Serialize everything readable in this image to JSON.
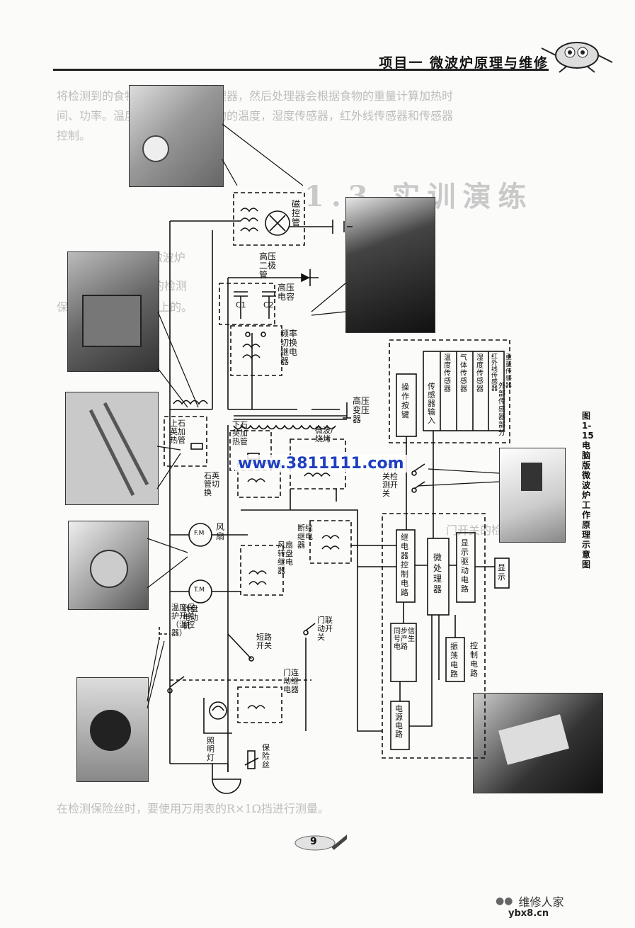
{
  "header": {
    "title": "项目一  微波炉原理与维修"
  },
  "ghost_text": {
    "line1": "将检测到的食物重量传送到微处理器，然后处理器会根据食物的重量计算加热时",
    "line2": "间、功率。温度传感器检测到食物的温度，湿度传感器，红外线传感器和传感器",
    "line3": "控制。",
    "section": "1.3  实训演练",
    "sub1": "1.3.1  机械式微波炉",
    "sub2": "（一）保险丝的检测",
    "sub3": "保险丝是串联在火线上的。",
    "door": "门开关的检测",
    "bottom": "在检测保险丝时，要使用万用表的R×1Ω挡进行测量。"
  },
  "labels": {
    "magnetron": "磁控管",
    "hv_diode": "高压二极管",
    "hv_cap": "高压电容",
    "c1": "C1",
    "c2": "C2",
    "freq_relay": "频率切换继电器",
    "hv_transformer": "高压变压器",
    "upper_heater": "上石英加热管",
    "lower_heater": "下石英加热管",
    "microwave_grill": "微波/烧烤",
    "quartz_switch": "石英管切换",
    "fan": "风扇",
    "fm": "F.M",
    "turntable_motor": "转盘电动机",
    "tm": "T.M",
    "fan_turntable_relay": "风扇转盘继电器",
    "cutoff_relay": "断续继电器",
    "thermal_switch": "温度保护开关（温控器）",
    "short_switch": "短路开关",
    "door_switch": "门联动开关",
    "door_relay": "门连动继电器",
    "lamp": "照明灯",
    "fuse": "保险丝",
    "door_detect": "门开关检测开关",
    "operation_keys": "操作按键",
    "sensor_input": "传感器输入",
    "sensors": [
      "温度传感器",
      "气体传感器",
      "湿度传感器",
      "红外线传感器",
      "重量传感器"
    ],
    "sensor_section": "外部传感器部分",
    "relay_control": "继电器控制电路",
    "mcu": "微处理器",
    "display_driver": "显示驱动电路",
    "display": "显示",
    "sync_signal": "同步信号产生电路",
    "oscillator": "振荡电路",
    "control_circuit": "控制电路",
    "power_circuit": "电源电路"
  },
  "caption": "图1-15  电脑版微波炉工作原理示意图",
  "watermark": "www.3811111.com",
  "page_number": "9",
  "footer": {
    "brand": "维修人家",
    "url": "ybx8.cn"
  }
}
